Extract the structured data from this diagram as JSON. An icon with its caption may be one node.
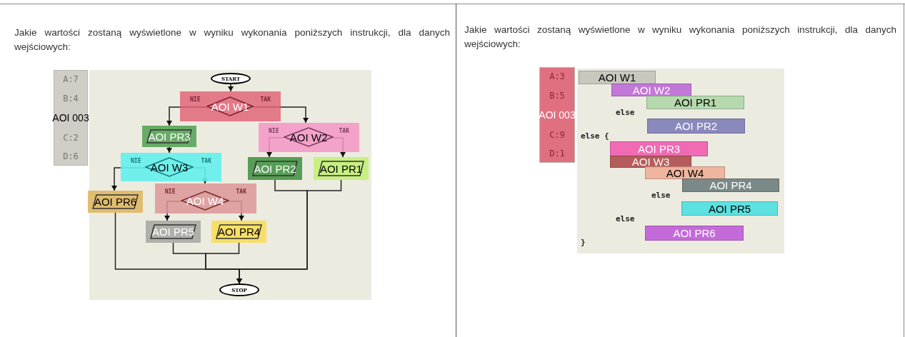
{
  "diagram": {
    "nodes": [
      {
        "text": [
          "START"
        ]
      },
      {
        "text": [
          "NIE",
          "AOI W1",
          "TAK"
        ]
      },
      {
        "text": [
          "AOI PR3"
        ]
      },
      {
        "text": [
          "NIE",
          "AOI W2",
          "TAK"
        ]
      },
      {
        "text": [
          "NIE",
          "AOI W3",
          "TAK"
        ]
      },
      {
        "text": [
          "AOI PR2"
        ]
      },
      {
        "text": [
          "AOI PR1"
        ]
      },
      {
        "text": [
          "AOI PR6"
        ]
      },
      {
        "text": [
          "NIE",
          "AOI W4",
          "TAK"
        ]
      },
      {
        "text": [
          "AOI PR5"
        ]
      },
      {
        "text": [
          "AOI PR4"
        ]
      },
      {
        "text": [
          "STOP"
        ]
      },
      {
        "text": [
          "A:7",
          "B:4",
          "AOI 003",
          "C:2",
          "D:6"
        ]
      },
      {
        "text": [
          "A:3",
          "B:5",
          "AOI 003",
          "C:9",
          "D:1"
        ]
      },
      {
        "text": [
          "AOI W1"
        ]
      },
      {
        "text": [
          "AOI W2"
        ]
      },
      {
        "text": [
          "AOI PR1"
        ]
      },
      {
        "text": [
          "AOI PR2"
        ]
      },
      {
        "text": [
          "AOI PR3"
        ]
      },
      {
        "text": [
          "AOI W3"
        ]
      },
      {
        "text": [
          "AOI W4"
        ]
      },
      {
        "text": [
          "AOI PR4"
        ]
      },
      {
        "text": [
          "AOI PR5"
        ]
      },
      {
        "text": [
          "AOI PR6"
        ]
      }
    ],
    "edges": [
      {
        "from": 0,
        "to": 1,
        "arrow": "to"
      },
      {
        "from": 1,
        "to": 2,
        "arrow": "to"
      },
      {
        "from": 1,
        "to": 3,
        "arrow": "to"
      },
      {
        "from": 2,
        "to": 4,
        "arrow": "to"
      },
      {
        "from": 3,
        "to": 5,
        "arrow": "to"
      },
      {
        "from": 3,
        "to": 6,
        "arrow": "to"
      },
      {
        "from": 4,
        "to": 7,
        "arrow": "to"
      },
      {
        "from": 4,
        "to": 8,
        "arrow": "to"
      },
      {
        "from": 8,
        "to": 9,
        "arrow": "to"
      },
      {
        "from": 8,
        "to": 10,
        "arrow": "to"
      },
      {
        "from": 9,
        "to": 11,
        "arrow": "to"
      },
      {
        "from": 10,
        "to": 11,
        "arrow": "to"
      },
      {
        "from": 7,
        "to": 11,
        "arrow": "to"
      },
      {
        "from": 5,
        "to": 11,
        "arrow": "to"
      },
      {
        "from": 6,
        "to": 11,
        "arrow": "to"
      }
    ],
    "labels": [
      "Jakie wartości zostaną wyświetlone w wyniku wykonania poniższych instrukcji, dla danych wejściowych:",
      "Jakie wartości zostaną wyświetlone w wyniku wykonania poniższych instrukcji, dla danych wejściowych:",
      "else",
      "else {",
      "else",
      "else",
      "}"
    ]
  }
}
